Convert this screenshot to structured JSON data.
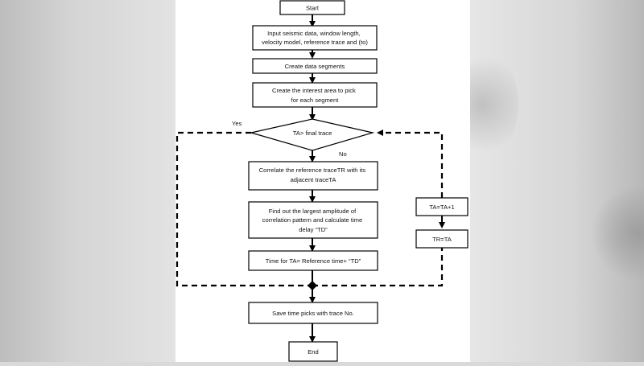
{
  "flowchart": {
    "start": "Start",
    "input": [
      "Input seismic data, window length,",
      "velocity model, reference trace and (to)"
    ],
    "segments": "Create data segments",
    "interest": [
      "Create the interest area to pick",
      "for each segment"
    ],
    "decision": "TA> final trace",
    "yes_label": "Yes",
    "no_label": "No",
    "correlate": [
      "Correlate the reference traceTR with its",
      "adjacent traceTA"
    ],
    "find": [
      "Find out the largest amplitude of",
      "correlation pattern and calculate time",
      "delay “TD”"
    ],
    "time": "Time for TA= Reference time+ “TD”",
    "ta_inc": "TA=TA+1",
    "tr_ta": "TR=TA",
    "save": "Save time picks with trace No.",
    "end": "End"
  }
}
